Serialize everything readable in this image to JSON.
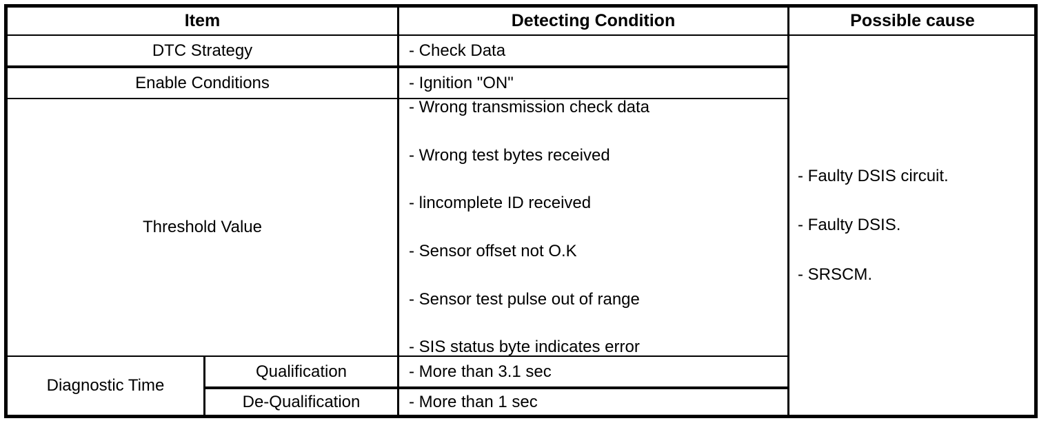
{
  "table": {
    "headers": {
      "item": "Item",
      "detecting_condition": "Detecting Condition",
      "possible_cause": "Possible cause"
    },
    "rows": {
      "dtc_strategy": {
        "item": "DTC Strategy",
        "detecting_condition": "- Check Data"
      },
      "enable_conditions": {
        "item": "Enable Conditions",
        "detecting_condition": "- Ignition \"ON\""
      },
      "threshold_value": {
        "item": "Threshold Value",
        "detecting_conditions": [
          "- Wrong transmission check data",
          "- Wrong test bytes received",
          "- lincomplete ID received",
          "- Sensor offset not O.K",
          "- Sensor test pulse out of range",
          "- SIS status byte indicates error"
        ]
      },
      "diagnostic_time": {
        "item": "Diagnostic Time",
        "qualification": {
          "label": "Qualification",
          "detecting_condition": "- More than 3.1 sec"
        },
        "de_qualification": {
          "label": "De-Qualification",
          "detecting_condition": "- More than 1 sec"
        }
      }
    },
    "possible_causes": [
      "- Faulty DSIS circuit.",
      "- Faulty DSIS.",
      "- SRSCM."
    ]
  },
  "colors": {
    "text": "#000000",
    "border": "#000000",
    "background": "#ffffff"
  }
}
